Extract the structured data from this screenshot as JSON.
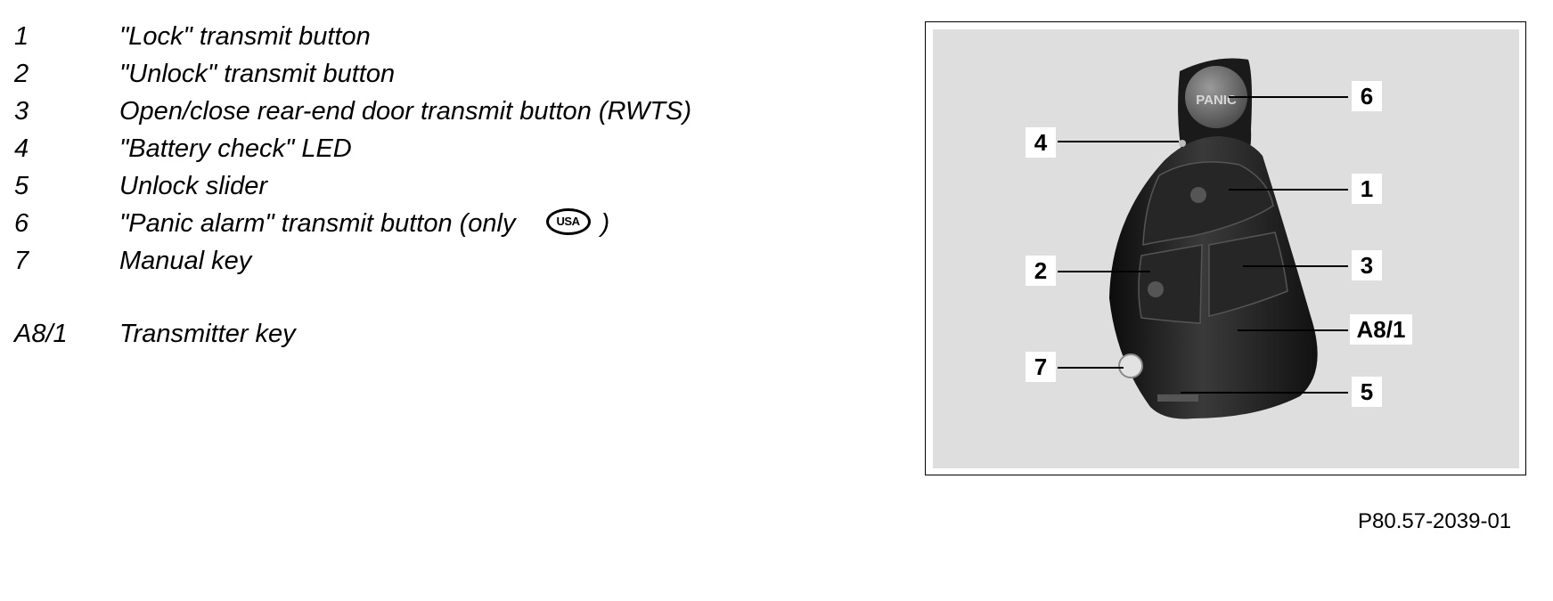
{
  "legend": {
    "items": [
      {
        "number": "1",
        "text": "\"Lock\" transmit button"
      },
      {
        "number": "2",
        "text": "\"Unlock\" transmit button"
      },
      {
        "number": "3",
        "text": "Open/close rear-end door transmit button (RWTS)"
      },
      {
        "number": "4",
        "text": "\"Battery check\" LED"
      },
      {
        "number": "5",
        "text": "Unlock slider"
      },
      {
        "number": "6",
        "text": "\"Panic alarm\" transmit button (only",
        "badge": "USA",
        "suffix": ")"
      },
      {
        "number": "7",
        "text": "Manual key"
      },
      {
        "number": "A8/1",
        "text": "Transmitter key"
      }
    ]
  },
  "figure": {
    "panic_button_text": "PANIC",
    "callouts": {
      "c4": "4",
      "c6": "6",
      "c1": "1",
      "c2": "2",
      "c3": "3",
      "ca81": "A8/1",
      "c7": "7",
      "c5": "5"
    },
    "caption_code": "P80.57-2039-01"
  }
}
